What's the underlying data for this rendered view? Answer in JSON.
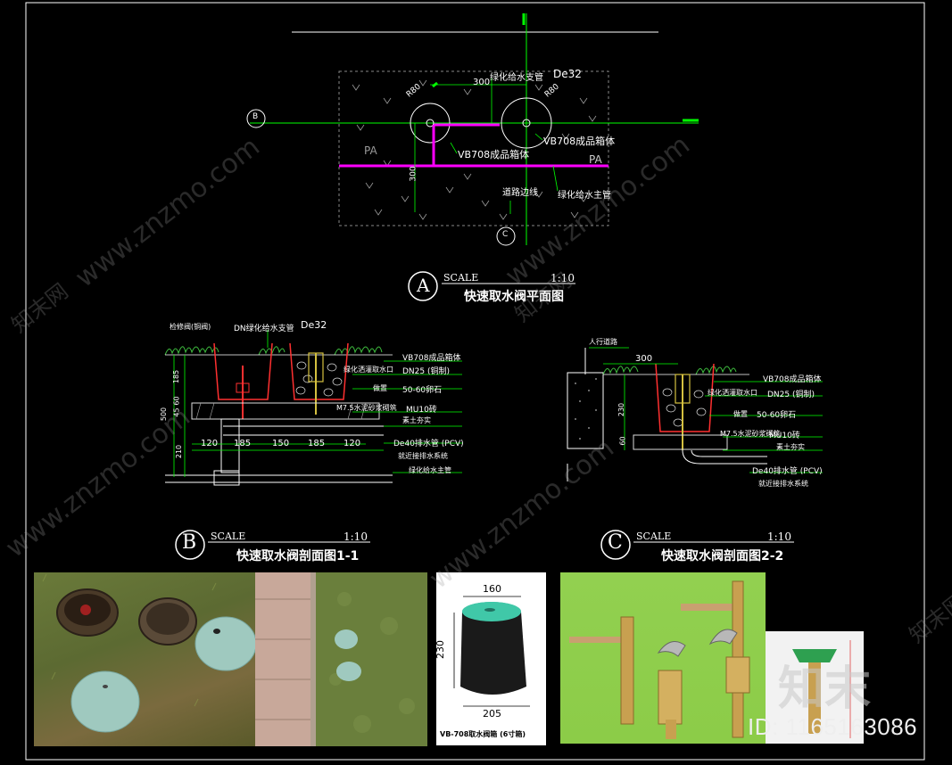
{
  "plan": {
    "pipe_branch": "绿化给水支管",
    "de32": "De32",
    "dim_300": "300",
    "r80_left": "R80",
    "r80_right": "R80",
    "dim_300_v": "300",
    "box_right": "VB708成品箱体",
    "box_left": "VB708成品箱体",
    "pa_left": "PA",
    "pa_right": "PA",
    "road_edge": "道路边线",
    "main_pipe": "绿化给水主管",
    "marker_b": "B",
    "marker_c": "C",
    "title_letter": "A",
    "scale_label": "SCALE",
    "scale_value": "1:10",
    "title": "快速取水阀平面图"
  },
  "section1": {
    "valve_label": "检修阀(铜阀)",
    "branch_label": "DN绿化给水支管",
    "de32": "De32",
    "box": "VB708成品箱体",
    "inlet": "绿化洒灌取水口",
    "dn25": "DN25 (铜制)",
    "gravel_label": "做置",
    "gravel": "50-60卵石",
    "mortar": "M7.5水泥砂浆砌筑",
    "mu10": "MU10砖",
    "soil": "素土夯实",
    "drain": "De40排水管 (PCV)",
    "drain_sys": "就近接排水系统",
    "main_pipe": "绿化给水主管",
    "d185": "185",
    "d60": "60",
    "d45": "45",
    "d500": "500",
    "d210": "210",
    "h120a": "120",
    "h185a": "185",
    "h150": "150",
    "h185b": "185",
    "h120b": "120",
    "title_letter": "B",
    "scale_label": "SCALE",
    "scale_value": "1:10",
    "title": "快速取水阀剖面图1-1"
  },
  "section2": {
    "walk": "人行道路",
    "d300": "300",
    "box": "VB708成品箱体",
    "inlet": "绿化洒灌取水口",
    "dn25": "DN25 (铜制)",
    "gravel_label": "做置",
    "gravel": "50-60卵石",
    "mortar": "M7.5水泥砂浆砌筑",
    "mu10": "MU10砖",
    "soil": "素土夯实",
    "drain": "De40排水管 (PCV)",
    "drain_sys": "就近接排水系统",
    "d230": "230",
    "d60": "60",
    "title_letter": "C",
    "scale_label": "SCALE",
    "scale_value": "1:10",
    "title": "快速取水阀剖面图2-2"
  },
  "product": {
    "w_top": "160",
    "h": "230",
    "w_bottom": "205",
    "caption": "VB-708取水阀箱 (6寸箱)"
  },
  "watermarks": {
    "site": "www.znzmo.com",
    "brand": "知末网",
    "logo": "知末",
    "id": "ID: 1165163086"
  },
  "colors": {
    "background": "#000000",
    "line_green": "#00ff00",
    "pipe_magenta": "#ff00ff",
    "wall_red": "#ff2020",
    "text": "#ffffff"
  }
}
